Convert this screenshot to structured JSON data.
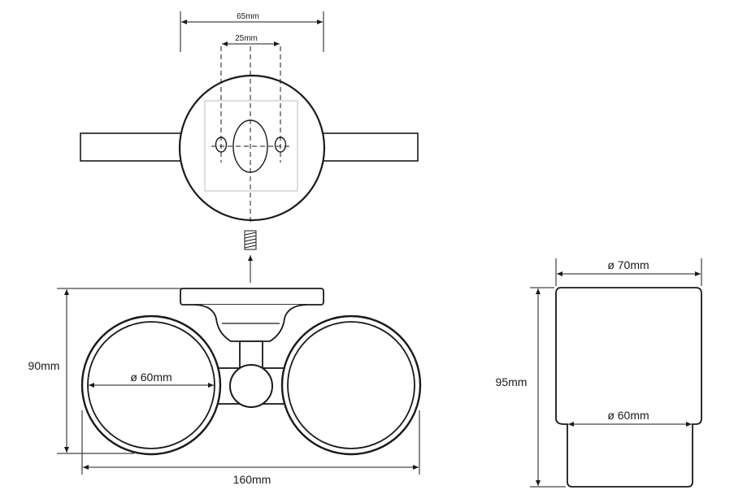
{
  "dimensions": {
    "wall_spacing_outer": "65mm",
    "wall_spacing_inner": "25mm",
    "height": "90mm",
    "cup_diameter": "ø 60mm",
    "width": "160mm",
    "glass_top_diameter": "ø 70mm",
    "glass_height": "95mm",
    "glass_bottom_diameter": "ø 60mm"
  }
}
